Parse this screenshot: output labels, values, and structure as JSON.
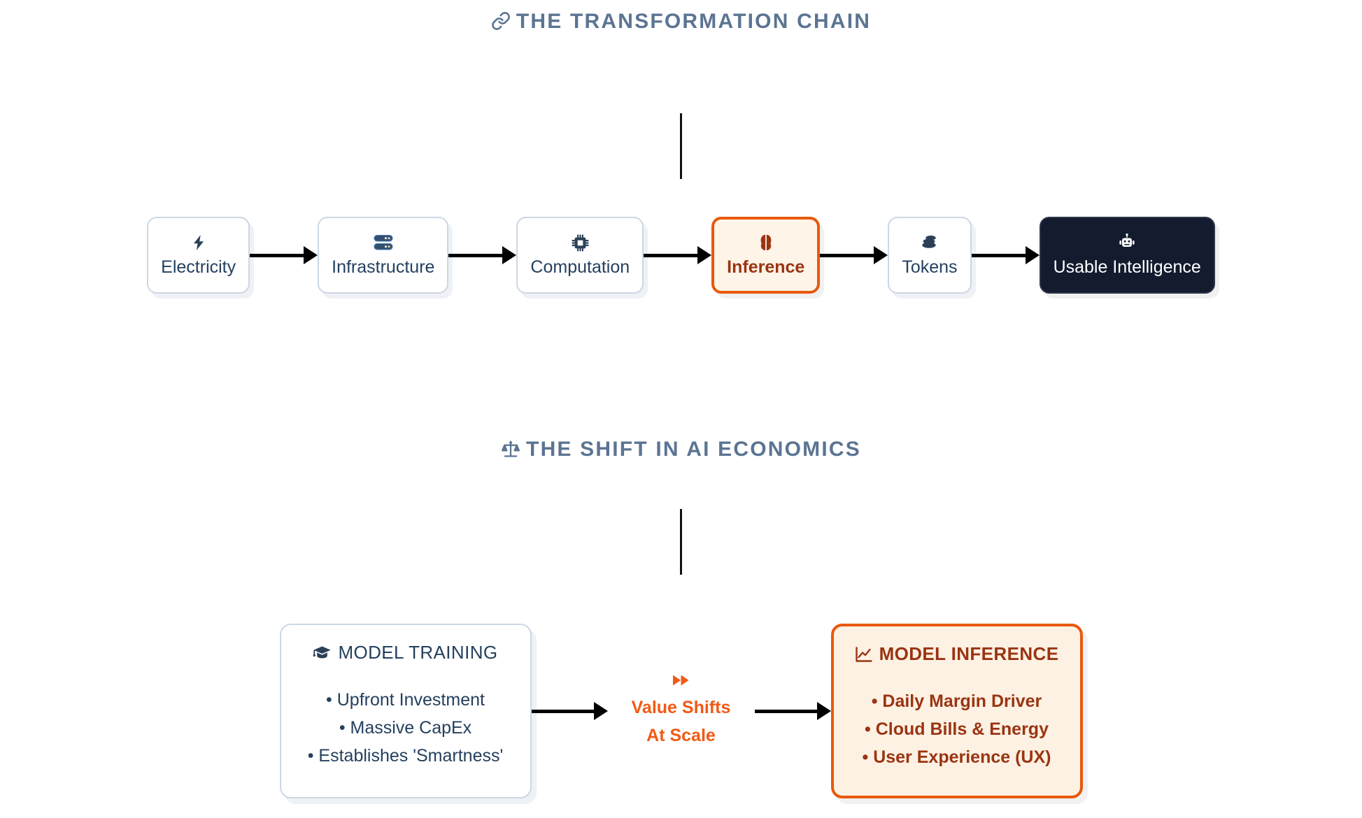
{
  "colors": {
    "header_slate": "#5b7492",
    "accent_orange": "#e8590c",
    "accent_orange_text": "#f15a16",
    "accent_dark_red": "#9a3412",
    "navy_text": "#25405e",
    "dark_box": "#131c2e",
    "border_light": "#ccd7e4",
    "accent_fill": "#fff4e8",
    "page_bg": "#ffffff"
  },
  "sections": {
    "chain": {
      "header_icon": "link-chain-icon",
      "title": "THE TRANSFORMATION CHAIN",
      "nodes": [
        {
          "label": "Electricity",
          "icon": "lightning-bolt-icon",
          "style": "plain"
        },
        {
          "label": "Infrastructure",
          "icon": "server-rack-icon",
          "style": "plain"
        },
        {
          "label": "Computation",
          "icon": "cpu-chip-icon",
          "style": "plain"
        },
        {
          "label": "Inference",
          "icon": "brain-icon",
          "style": "accent"
        },
        {
          "label": "Tokens",
          "icon": "coin-stack-icon",
          "style": "plain"
        },
        {
          "label": "Usable Intelligence",
          "icon": "robot-icon",
          "style": "dark"
        }
      ]
    },
    "economics": {
      "header_icon": "balance-scale-icon",
      "title": "THE SHIFT IN AI ECONOMICS",
      "training_card": {
        "icon": "graduation-cap-icon",
        "title": "MODEL TRAINING",
        "bullets": [
          "• Upfront Investment",
          "• Massive CapEx",
          "• Establishes 'Smartness'"
        ]
      },
      "middle_note": {
        "icon": "fast-forward-icon",
        "line1": "Value Shifts",
        "line2": "At Scale"
      },
      "inference_card": {
        "icon": "chart-line-icon",
        "title": "MODEL INFERENCE",
        "bullets": [
          "• Daily Margin Driver",
          "• Cloud Bills & Energy",
          "• User Experience (UX)"
        ]
      }
    }
  }
}
